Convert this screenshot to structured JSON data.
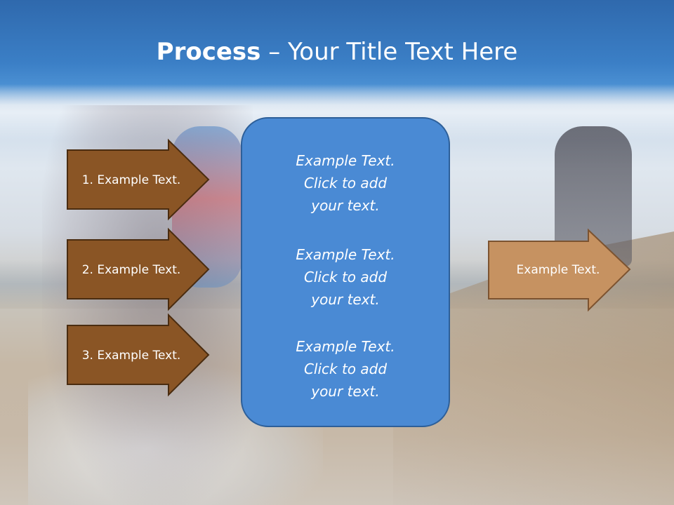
{
  "title": {
    "bold": "Process",
    "separator": " – ",
    "rest": "Your Title Text Here"
  },
  "colors": {
    "left_arrow_fill": "#8a5525",
    "left_arrow_stroke": "#4a2c10",
    "center_box_fill": "#4a8ad4",
    "center_box_stroke": "#2d5f99",
    "right_arrow_fill": "#c69261",
    "right_arrow_stroke": "#7c5330"
  },
  "diagram": {
    "left_arrows": [
      {
        "label": "1. Example Text."
      },
      {
        "label": "2. Example Text."
      },
      {
        "label": "3. Example Text."
      }
    ],
    "center_box": {
      "paragraphs": [
        [
          "Example Text.",
          "Click  to add",
          "your text."
        ],
        [
          "Example Text.",
          "Click  to add",
          "your text."
        ],
        [
          "Example Text.",
          "Click  to add",
          "your text."
        ]
      ]
    },
    "right_arrow": {
      "label": "Example Text."
    }
  }
}
